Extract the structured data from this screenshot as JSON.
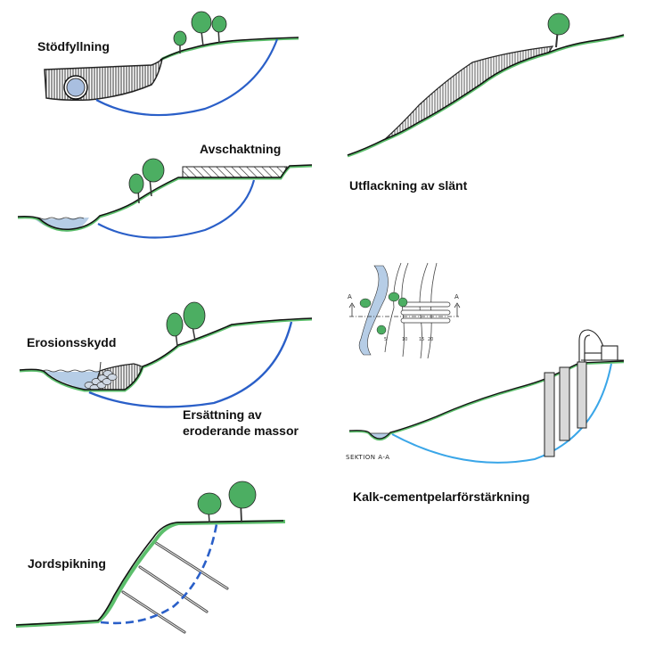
{
  "diagram": {
    "subject": "Slope stabilization methods",
    "colors": {
      "ground_line": "#111111",
      "vegetation": "#5cbf6c",
      "slip_surface": "#2a5fc8",
      "slip_surface_light": "#3aa6e8",
      "water": "#b6cde6",
      "tree_foliage": "#4cae62"
    },
    "panels": [
      {
        "id": "stodfyllning",
        "label": "Stödfyllning"
      },
      {
        "id": "avschaktning",
        "label": "Avschaktning"
      },
      {
        "id": "utflackning",
        "label": "Utflackning av slänt"
      },
      {
        "id": "erosionsskydd",
        "label": "Erosionsskydd",
        "sublabel_line1": "Ersättning av",
        "sublabel_line2": "eroderande massor"
      },
      {
        "id": "kalkcement",
        "label": "Kalk-cementpelarförstärkning",
        "section_label": "SEKTION A-A",
        "map_marker_left": "A",
        "map_marker_right": "A",
        "contour_labels": [
          "5",
          "10",
          "15",
          "20"
        ]
      },
      {
        "id": "jordspikning",
        "label": "Jordspikning"
      }
    ]
  }
}
